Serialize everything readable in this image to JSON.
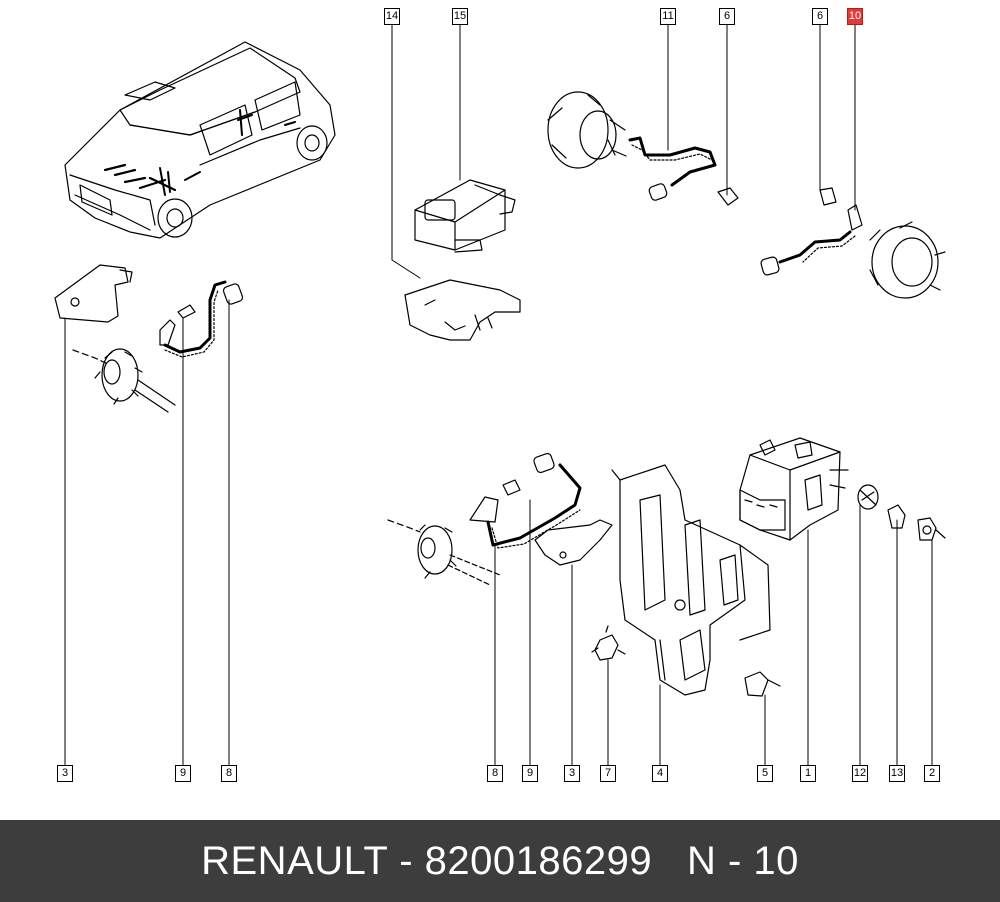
{
  "callouts": {
    "c14": "14",
    "c15": "15",
    "c11": "11",
    "c6a": "6",
    "c6b": "6",
    "c10": "10",
    "b3a": "3",
    "b9a": "9",
    "b8a": "8",
    "b8b": "8",
    "b9b": "9",
    "b3b": "3",
    "b7": "7",
    "b4": "4",
    "b5": "5",
    "b1": "1",
    "b12": "12",
    "b13": "13",
    "b2": "2"
  },
  "highlighted_callout": "10",
  "footer": {
    "text": "RENAULT - 8200186299   N - 10"
  },
  "colors": {
    "line": "#000000",
    "highlight": "#e23a3a",
    "footer_bg": "#3d3d3d",
    "footer_text": "#ffffff"
  }
}
